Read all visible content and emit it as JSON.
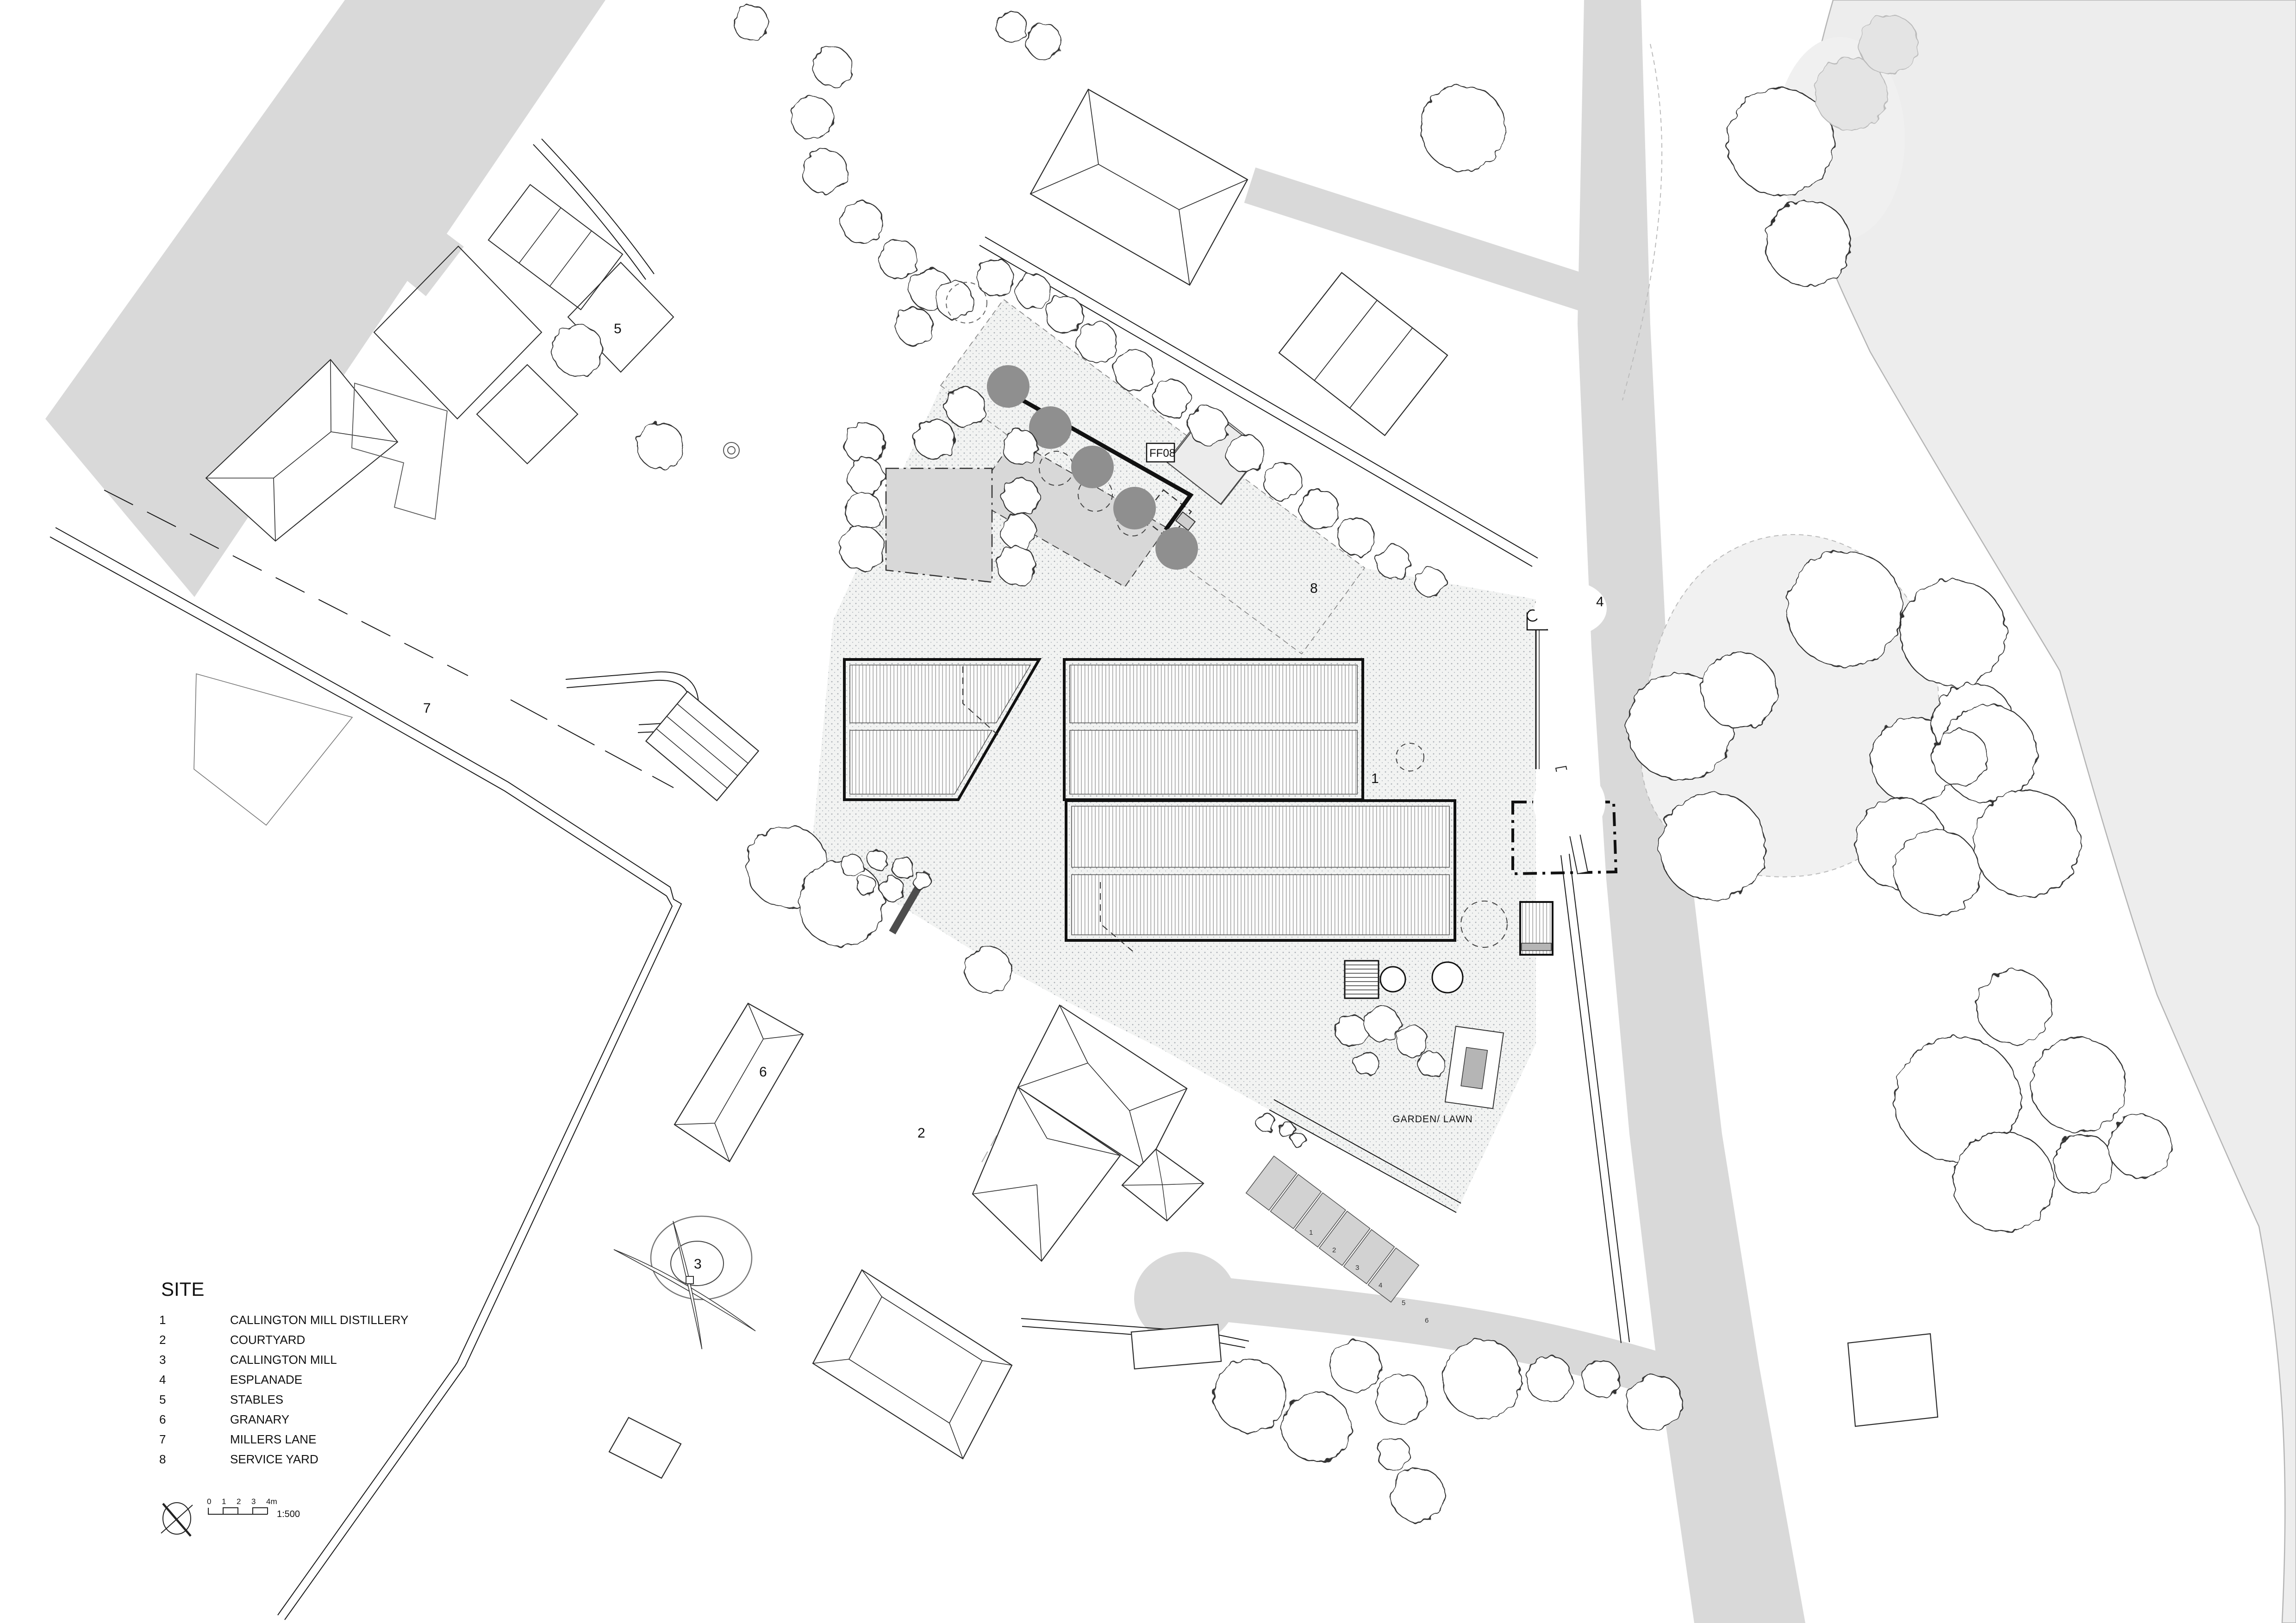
{
  "legend": {
    "heading": "SITE",
    "items": [
      {
        "num": "1",
        "label": "CALLINGTON MILL DISTILLERY"
      },
      {
        "num": "2",
        "label": "COURTYARD"
      },
      {
        "num": "3",
        "label": "CALLINGTON MILL"
      },
      {
        "num": "4",
        "label": "ESPLANADE"
      },
      {
        "num": "5",
        "label": "STABLES"
      },
      {
        "num": "6",
        "label": "GRANARY"
      },
      {
        "num": "7",
        "label": "MILLERS LANE"
      },
      {
        "num": "8",
        "label": "SERVICE YARD"
      }
    ]
  },
  "markers": {
    "m1": "1",
    "m2": "2",
    "m3": "3",
    "m4": "4",
    "m5": "5",
    "m6": "6",
    "m7": "7",
    "m8": "8"
  },
  "annotations": {
    "garden_lawn": "GARDEN/ LAWN",
    "equipment_tag": "FF08"
  },
  "parking": {
    "stalls": [
      "1",
      "2",
      "3",
      "4",
      "5",
      "6"
    ]
  },
  "scale": {
    "ticks": [
      "0",
      "1",
      "2",
      "3",
      "4m"
    ],
    "ratio": "1:500"
  },
  "colors": {
    "road": "#d9d9d9",
    "river": "#ededed",
    "stipple_base": "#f2f3f2",
    "stipple_dot": "#a9aeb4",
    "tank": "#8f8f8f",
    "shed_fill": "#d8d8d8",
    "line": "#1a1a1a"
  }
}
